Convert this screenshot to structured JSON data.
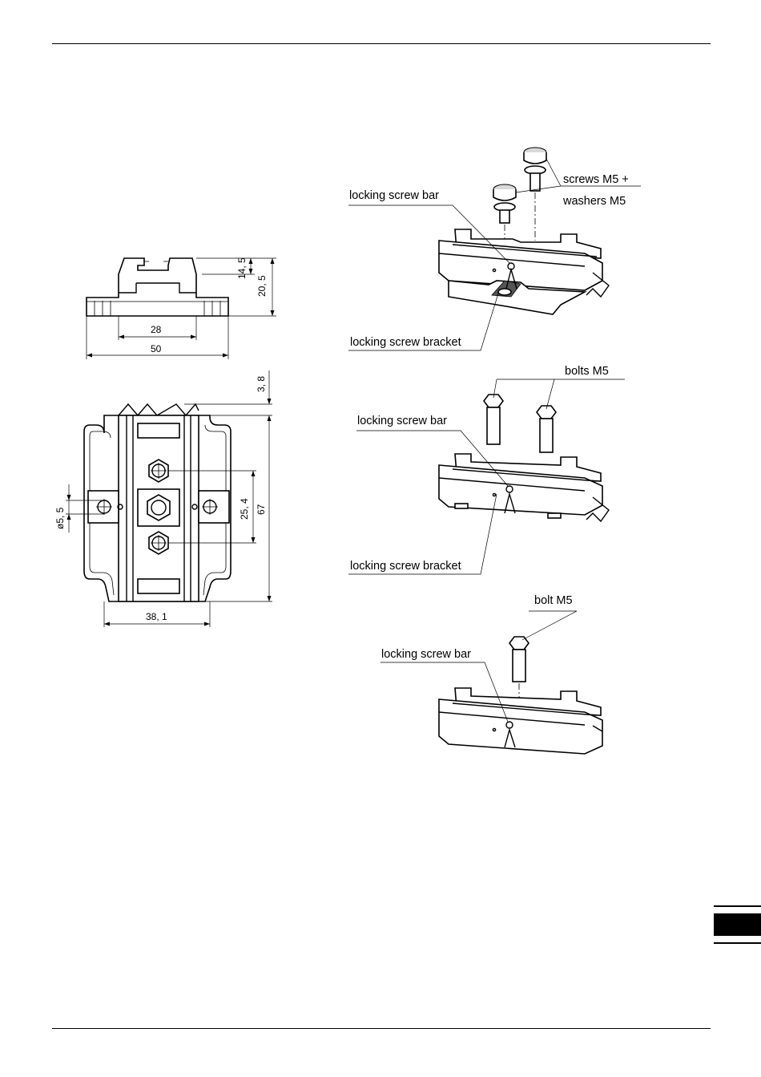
{
  "dimensions": {
    "side_height_inner": "14, 5",
    "side_height_total": "20, 5",
    "width_inner": "28",
    "width_total": "50",
    "tooth_height": "3, 8",
    "length_total": "67",
    "hole_spacing": "25, 4",
    "hole_diameter": "ø5, 5",
    "base_width": "38, 1"
  },
  "callouts": {
    "screws": "screws M5 +",
    "washers": "washers M5",
    "locking_bar_1": "locking screw bar",
    "locking_bracket_1": "locking screw bracket",
    "bolts": "bolts M5",
    "locking_bar_2": "locking screw bar",
    "locking_bracket_2": "locking screw bracket",
    "bolt": "bolt M5",
    "locking_bar_3": "locking screw bar"
  },
  "colors": {
    "line": "#000000",
    "tab": "#000000"
  }
}
